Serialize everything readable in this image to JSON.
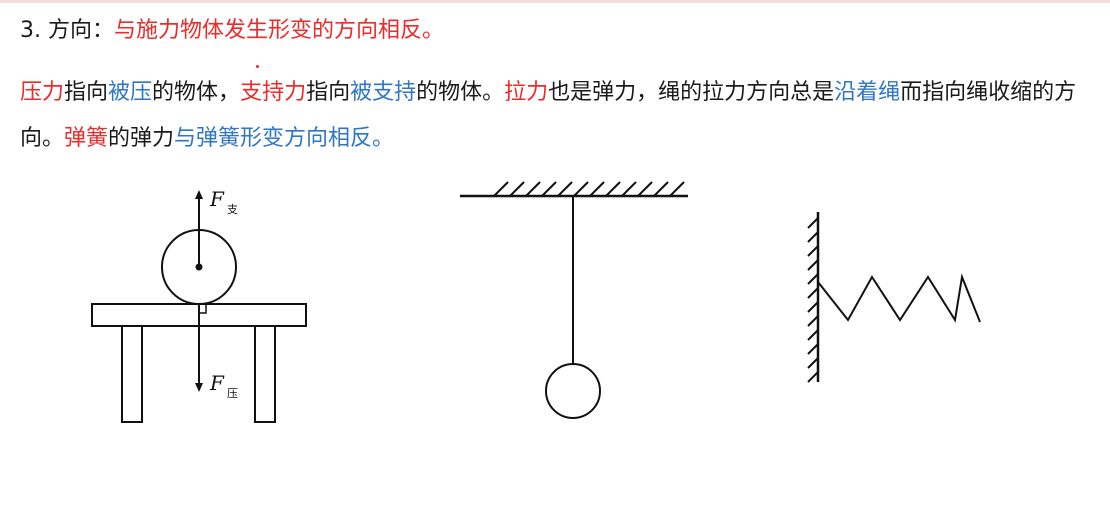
{
  "heading": {
    "number": "3. 方向：",
    "red": "与施力物体发生形变的方向相反。"
  },
  "paragraph": {
    "p1": "压力",
    "p2": "指向",
    "p3": "被压",
    "p4": "的物体，",
    "p5": "支持力",
    "p6": "指向",
    "p7": "被支持",
    "p8": "的物体。",
    "p9": "拉力",
    "p10": "也是弹力，绳的拉力方向总是",
    "p11": "沿着绳",
    "p12": "而指向绳收缩的方向。",
    "p13": "弹簧",
    "p14": "的弹力",
    "p15": "与弹簧形变方向相反。"
  },
  "figure1": {
    "f_label": "F",
    "support_sub": "支",
    "pressure_sub": "压"
  },
  "colors": {
    "red": "#ee2a2a",
    "blue": "#2f76c4",
    "text": "#1a1a1a"
  }
}
